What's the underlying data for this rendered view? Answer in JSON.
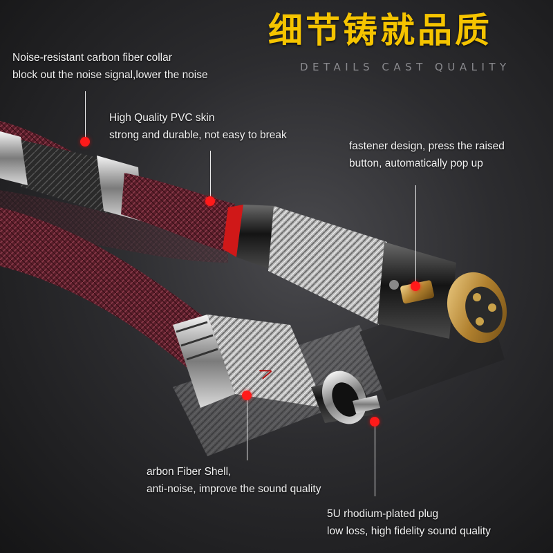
{
  "header": {
    "title": "细节铸就品质",
    "subtitle": "DETAILS CAST QUALITY"
  },
  "callouts": {
    "collar": {
      "line1": "Noise-resistant carbon fiber collar",
      "line2": "block out the noise signal,lower the noise"
    },
    "skin": {
      "line1": "High Quality PVC skin",
      "line2": "strong and durable, not easy to break"
    },
    "fastener": {
      "line1": "fastener design, press the raised",
      "line2": " button, automatically pop up"
    },
    "shell": {
      "line1": "arbon Fiber Shell,",
      "line2": "anti-noise, improve the sound quality"
    },
    "plug": {
      "line1": "5U rhodium-plated plug",
      "line2": "low loss, high fidelity sound quality"
    }
  },
  "colors": {
    "title": "#f5c400",
    "marker": "#ff1a1a",
    "cable": "#5a1e2a",
    "gold": "#c9a24a"
  }
}
